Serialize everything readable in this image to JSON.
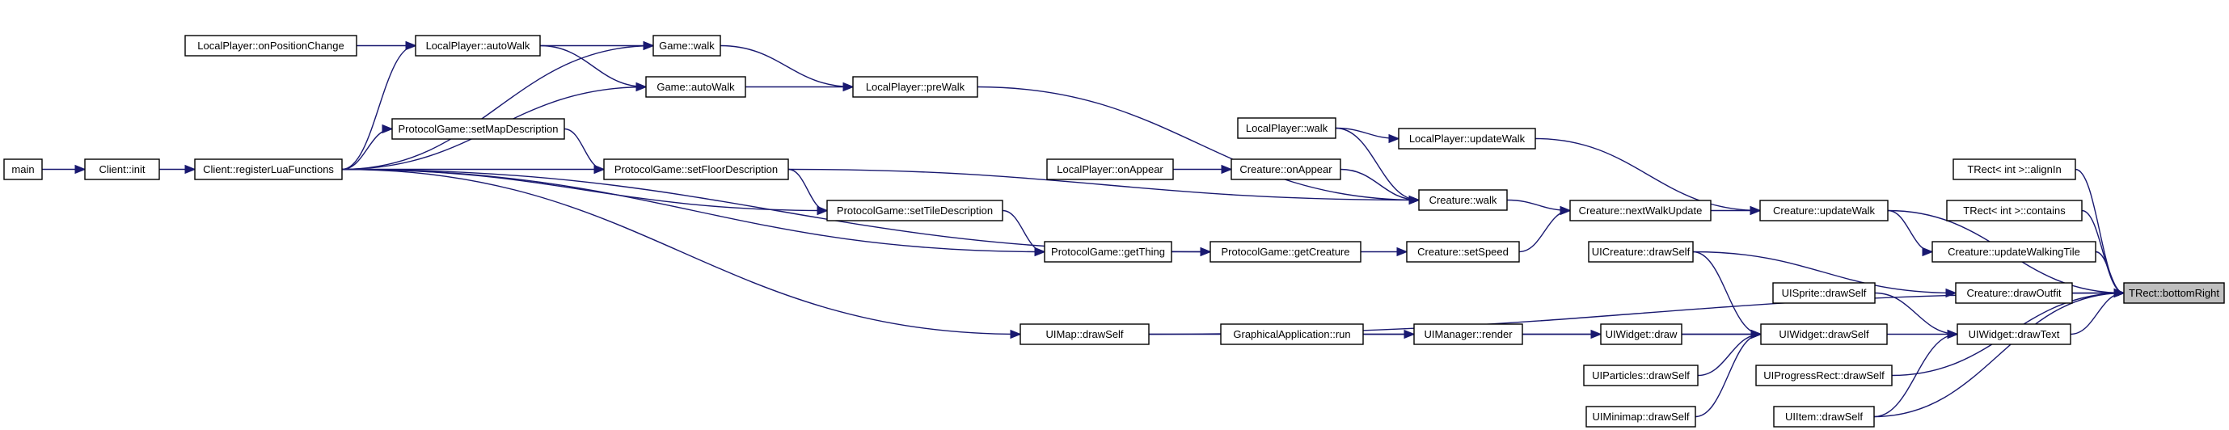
{
  "graph": {
    "edge_color": "#191970",
    "node_border_color": "#000000",
    "node_fill": "#ffffff",
    "root_fill": "#bfbfbf",
    "nodes": [
      {
        "id": "main",
        "label": "main"
      },
      {
        "id": "client_init",
        "label": "Client::init"
      },
      {
        "id": "client_reglua",
        "label": "Client::registerLuaFunctions"
      },
      {
        "id": "lp_onposchange",
        "label": "LocalPlayer::onPositionChange"
      },
      {
        "id": "lp_autowalk",
        "label": "LocalPlayer::autoWalk"
      },
      {
        "id": "game_walk",
        "label": "Game::walk"
      },
      {
        "id": "game_autowalk",
        "label": "Game::autoWalk"
      },
      {
        "id": "lp_prewalk",
        "label": "LocalPlayer::preWalk"
      },
      {
        "id": "pg_setmapdesc",
        "label": "ProtocolGame::setMapDescription"
      },
      {
        "id": "pg_setfloordesc",
        "label": "ProtocolGame::setFloorDescription"
      },
      {
        "id": "pg_settiledesc",
        "label": "ProtocolGame::setTileDescription"
      },
      {
        "id": "pg_getthing",
        "label": "ProtocolGame::getThing"
      },
      {
        "id": "pg_getcreature",
        "label": "ProtocolGame::getCreature"
      },
      {
        "id": "lp_walk",
        "label": "LocalPlayer::walk"
      },
      {
        "id": "lp_onappear",
        "label": "LocalPlayer::onAppear"
      },
      {
        "id": "cr_onappear",
        "label": "Creature::onAppear"
      },
      {
        "id": "cr_walk",
        "label": "Creature::walk"
      },
      {
        "id": "cr_setspeed",
        "label": "Creature::setSpeed"
      },
      {
        "id": "lp_updatewalk",
        "label": "LocalPlayer::updateWalk"
      },
      {
        "id": "cr_nextwalkupdate",
        "label": "Creature::nextWalkUpdate"
      },
      {
        "id": "cr_updatewalk",
        "label": "Creature::updateWalk"
      },
      {
        "id": "uicreature_drawself",
        "label": "UICreature::drawSelf"
      },
      {
        "id": "uimap_drawself",
        "label": "UIMap::drawSelf"
      },
      {
        "id": "ga_run",
        "label": "GraphicalApplication::run"
      },
      {
        "id": "uimanager_render",
        "label": "UIManager::render"
      },
      {
        "id": "uiwidget_draw",
        "label": "UIWidget::draw"
      },
      {
        "id": "uiwidget_drawself",
        "label": "UIWidget::drawSelf"
      },
      {
        "id": "uiparticles_drawself",
        "label": "UIParticles::drawSelf"
      },
      {
        "id": "uiminimap_drawself",
        "label": "UIMinimap::drawSelf"
      },
      {
        "id": "uisprite_drawself",
        "label": "UISprite::drawSelf"
      },
      {
        "id": "uiwidget_drawtext",
        "label": "UIWidget::drawText"
      },
      {
        "id": "uiprogress_drawself",
        "label": "UIProgressRect::drawSelf"
      },
      {
        "id": "uiitem_drawself",
        "label": "UIItem::drawSelf"
      },
      {
        "id": "trect_alignin",
        "label": "TRect< int >::alignIn"
      },
      {
        "id": "trect_contains",
        "label": "TRect< int >::contains"
      },
      {
        "id": "cr_updatewalkingtile",
        "label": "Creature::updateWalkingTile"
      },
      {
        "id": "cr_drawoutfit",
        "label": "Creature::drawOutfit"
      },
      {
        "id": "trect_bottomright",
        "label": "TRect::bottomRight",
        "root": true
      }
    ],
    "edges": [
      [
        "client_init",
        "main"
      ],
      [
        "client_reglua",
        "client_init"
      ],
      [
        "lp_autowalk",
        "lp_onposchange"
      ],
      [
        "lp_autowalk",
        "client_reglua"
      ],
      [
        "game_walk",
        "lp_autowalk"
      ],
      [
        "game_walk",
        "client_reglua"
      ],
      [
        "game_autowalk",
        "lp_autowalk"
      ],
      [
        "game_autowalk",
        "client_reglua"
      ],
      [
        "lp_prewalk",
        "game_walk"
      ],
      [
        "lp_prewalk",
        "game_autowalk"
      ],
      [
        "pg_setmapdesc",
        "client_reglua"
      ],
      [
        "pg_setfloordesc",
        "pg_setmapdesc"
      ],
      [
        "pg_setfloordesc",
        "client_reglua"
      ],
      [
        "pg_settiledesc",
        "pg_setfloordesc"
      ],
      [
        "pg_settiledesc",
        "client_reglua"
      ],
      [
        "pg_getthing",
        "pg_settiledesc"
      ],
      [
        "pg_getthing",
        "client_reglua"
      ],
      [
        "pg_getcreature",
        "pg_getthing"
      ],
      [
        "pg_getcreature",
        "client_reglua"
      ],
      [
        "cr_onappear",
        "lp_onappear"
      ],
      [
        "cr_walk",
        "lp_walk"
      ],
      [
        "cr_walk",
        "cr_onappear"
      ],
      [
        "cr_walk",
        "lp_prewalk"
      ],
      [
        "cr_walk",
        "pg_setfloordesc"
      ],
      [
        "cr_setspeed",
        "pg_getcreature"
      ],
      [
        "lp_updatewalk",
        "lp_walk"
      ],
      [
        "cr_nextwalkupdate",
        "cr_walk"
      ],
      [
        "cr_nextwalkupdate",
        "cr_setspeed"
      ],
      [
        "cr_updatewalk",
        "cr_nextwalkupdate"
      ],
      [
        "cr_updatewalk",
        "lp_updatewalk"
      ],
      [
        "uimap_drawself",
        "client_reglua"
      ],
      [
        "uimanager_render",
        "ga_run"
      ],
      [
        "uiwidget_draw",
        "uimanager_render"
      ],
      [
        "uiwidget_drawself",
        "uiwidget_draw"
      ],
      [
        "uiwidget_drawself",
        "uimap_drawself"
      ],
      [
        "uiwidget_drawself",
        "uicreature_drawself"
      ],
      [
        "uiwidget_drawself",
        "uiparticles_drawself"
      ],
      [
        "uiwidget_drawself",
        "uiminimap_drawself"
      ],
      [
        "uiwidget_drawtext",
        "uiwidget_drawself"
      ],
      [
        "uiwidget_drawtext",
        "uisprite_drawself"
      ],
      [
        "uiwidget_drawtext",
        "uiitem_drawself"
      ],
      [
        "cr_updatewalkingtile",
        "cr_updatewalk"
      ],
      [
        "cr_drawoutfit",
        "uicreature_drawself"
      ],
      [
        "trect_bottomright",
        "trect_alignin"
      ],
      [
        "trect_bottomright",
        "trect_contains"
      ],
      [
        "trect_bottomright",
        "cr_updatewalkingtile"
      ],
      [
        "trect_bottomright",
        "cr_drawoutfit"
      ],
      [
        "trect_bottomright",
        "uiwidget_drawtext"
      ],
      [
        "trect_bottomright",
        "uiprogress_drawself"
      ],
      [
        "trect_bottomright",
        "uiitem_drawself"
      ],
      [
        "trect_bottomright",
        "cr_updatewalk"
      ],
      [
        "trect_bottomright",
        "uimap_drawself"
      ]
    ]
  }
}
